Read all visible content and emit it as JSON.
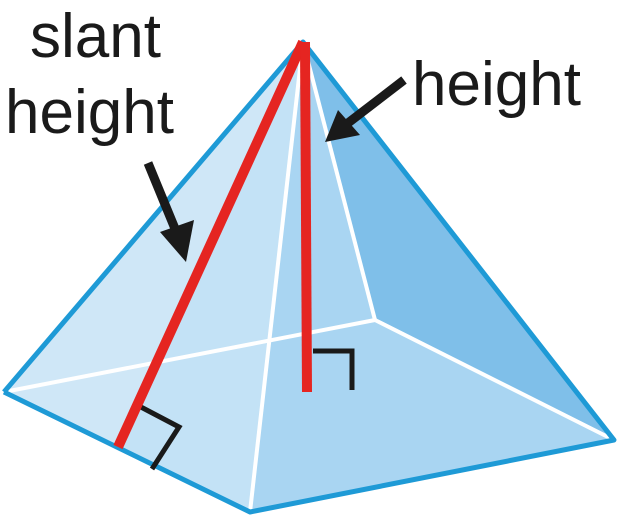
{
  "labels": {
    "slant_line1": "slant",
    "slant_line2": "height",
    "height": "height"
  },
  "colors": {
    "face_left": "#cfe7f7",
    "face_front_left": "#c0e0f5",
    "face_front_right": "#a6d3f1",
    "face_right": "#7fbfe9",
    "base_back": "#d6ebf8",
    "edge_outline": "#1e9ad6",
    "hidden_edge": "#ffffff",
    "measure_line": "#e52521",
    "arrow": "#1a1a1a"
  }
}
